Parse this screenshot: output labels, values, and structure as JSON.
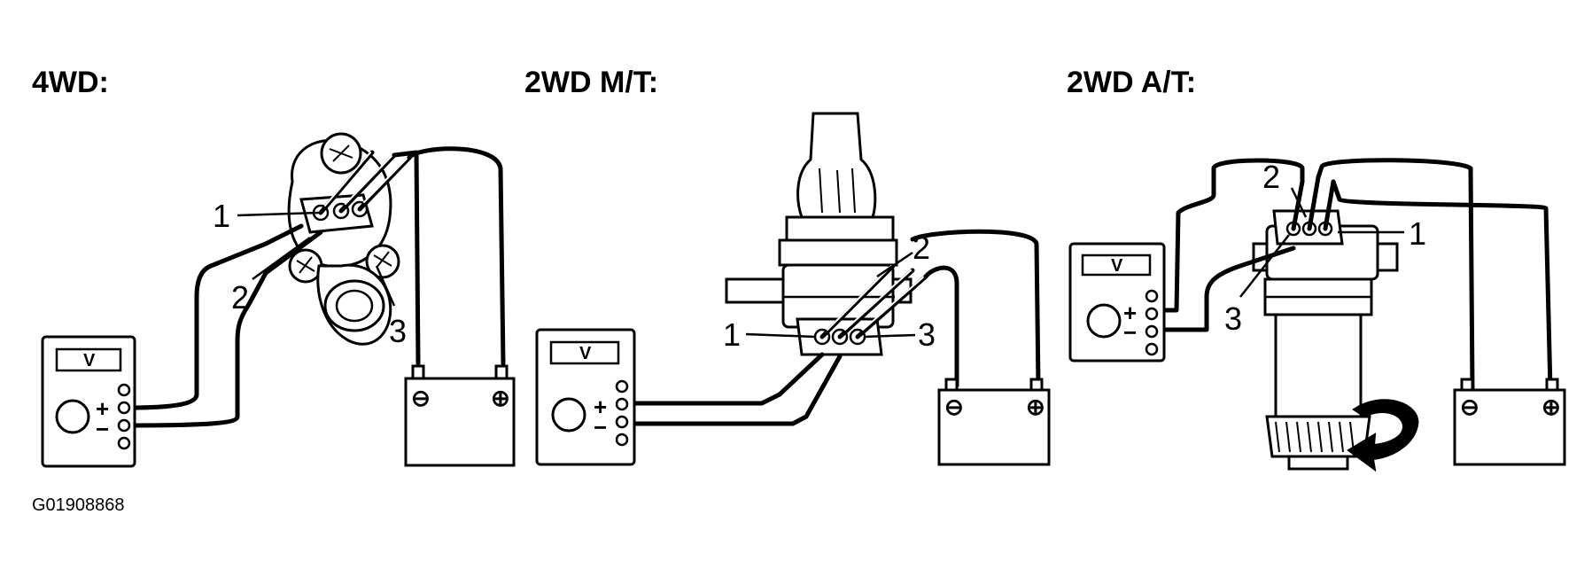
{
  "panels": [
    {
      "heading": "4WD:",
      "callouts": [
        "1",
        "2",
        "3"
      ],
      "meter": {
        "label": "V",
        "plus": "+",
        "minus": "−"
      },
      "battery": {
        "neg": "⊖",
        "pos": "⊕"
      }
    },
    {
      "heading": "2WD M/T:",
      "callouts": [
        "1",
        "2",
        "3"
      ],
      "meter": {
        "label": "V",
        "plus": "+",
        "minus": "−"
      },
      "battery": {
        "neg": "⊖",
        "pos": "⊕"
      }
    },
    {
      "heading": "2WD A/T:",
      "callouts": [
        "1",
        "2",
        "3"
      ],
      "meter": {
        "label": "V",
        "plus": "+",
        "minus": "−"
      },
      "battery": {
        "neg": "⊖",
        "pos": "⊕"
      }
    }
  ],
  "figure_code": "G01908868"
}
